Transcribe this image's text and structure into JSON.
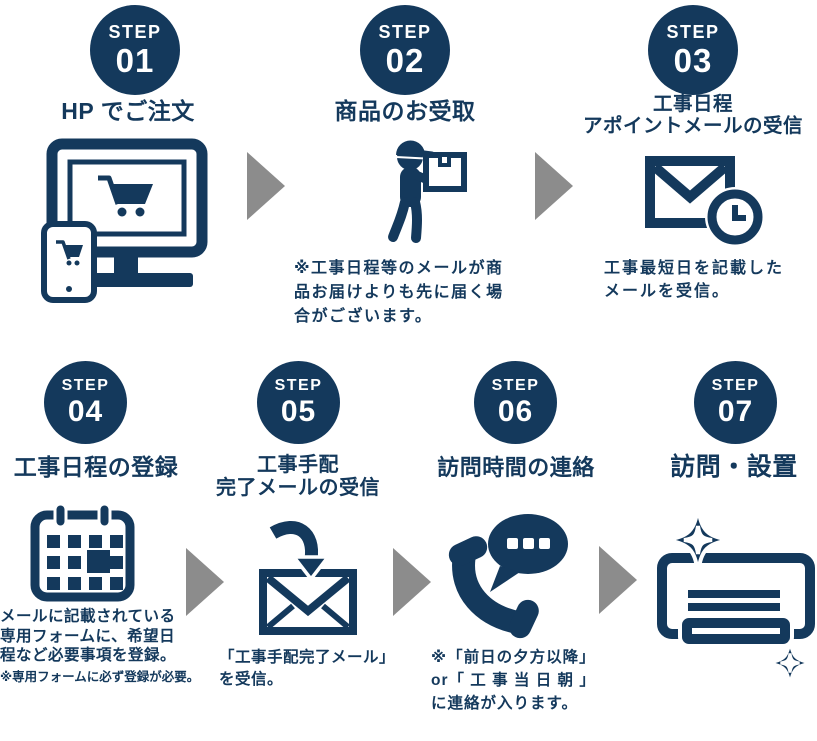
{
  "colors": {
    "navy": "#14395C",
    "arrow_gray": "#8C8C8C",
    "background": "#FFFFFF"
  },
  "arrow_icon": "arrow-right-icon",
  "steps": [
    {
      "badge_label": "STEP",
      "number": "01",
      "title_lines": [
        "HP でご注文"
      ],
      "icon": "monitor-cart-phone-icon",
      "note_lines": [],
      "subnote": ""
    },
    {
      "badge_label": "STEP",
      "number": "02",
      "title_lines": [
        "商品のお受取"
      ],
      "icon": "delivery-person-box-icon",
      "note_lines": [
        "※工事日程等のメールが商",
        "品お届けよりも先に届く場",
        "合がございます。"
      ],
      "subnote": ""
    },
    {
      "badge_label": "STEP",
      "number": "03",
      "title_lines": [
        "工事日程",
        "アポイントメールの受信"
      ],
      "icon": "mail-clock-icon",
      "note_lines": [
        "工事最短日を記載した",
        "メールを受信。"
      ],
      "subnote": ""
    },
    {
      "badge_label": "STEP",
      "number": "04",
      "title_lines": [
        "工事日程の登録"
      ],
      "icon": "calendar-icon",
      "note_lines": [
        "メールに記載されている",
        "専用フォームに、希望日",
        "程など必要事項を登録。"
      ],
      "subnote": "※専用フォームに必ず登録が必要。"
    },
    {
      "badge_label": "STEP",
      "number": "05",
      "title_lines": [
        "工事手配",
        "完了メールの受信"
      ],
      "icon": "mail-receive-arrow-icon",
      "note_lines": [
        "「工事手配完了メール」",
        "を受信。"
      ],
      "subnote": ""
    },
    {
      "badge_label": "STEP",
      "number": "06",
      "title_lines": [
        "訪問時間の連絡"
      ],
      "icon": "phone-chat-icon",
      "note_lines": [
        "※「前日の夕方以降」",
        "or「 工 事 当 日 朝 」",
        "に連絡が入ります。"
      ],
      "subnote": ""
    },
    {
      "badge_label": "STEP",
      "number": "07",
      "title_lines": [
        "訪問・設置"
      ],
      "icon": "aircon-sparkle-icon",
      "note_lines": [],
      "subnote": ""
    }
  ]
}
